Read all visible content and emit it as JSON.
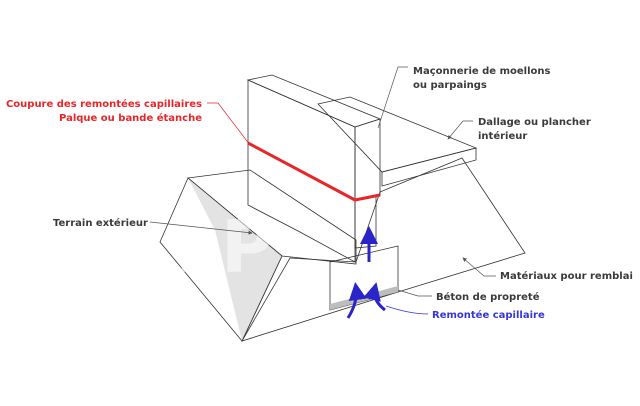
{
  "labels": {
    "masonry_line1": "Maçonnerie de moellons",
    "masonry_line2": "ou parpaings",
    "cut_line1": "Coupure des remontées capillaires",
    "cut_line2": "Palque ou bande étanche",
    "slab_line1": "Dallage ou plancher",
    "slab_line2": "intérieur",
    "terrain": "Terrain extérieur",
    "backfill": "Matériaux pour remblai",
    "blinding": "Béton de propreté",
    "capillary": "Remontée capillaire"
  },
  "watermark": "LP",
  "colors": {
    "label": "#3a3a3a",
    "barrier": "#e8262a",
    "capillary": "#3a35d8"
  }
}
